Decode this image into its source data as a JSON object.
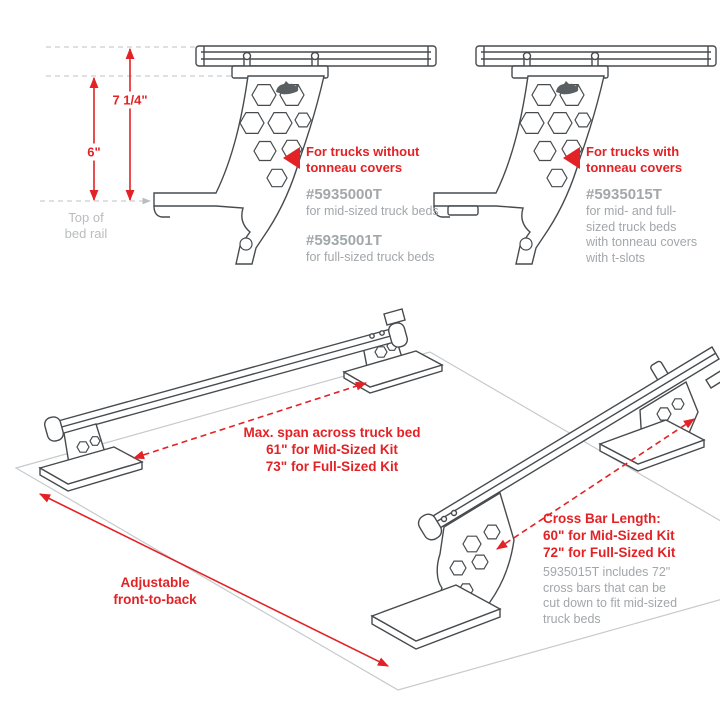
{
  "labels": {
    "dim_upper": "7 1/4\"",
    "dim_lower": "6\"",
    "bed_rail": "Top of\nbed rail"
  },
  "callout_no_tonneau": {
    "title": "For trucks without\ntonneau covers",
    "part_mid": "#5935000T",
    "part_mid_desc": "for mid-sized truck beds",
    "part_full": "#5935001T",
    "part_full_desc": "for full-sized truck beds"
  },
  "callout_tonneau": {
    "title": "For trucks with\ntonneau covers",
    "part": "#5935015T",
    "part_desc": "for mid- and full-\nsized truck beds\nwith tonneau covers\nwith t-slots"
  },
  "callout_span": "Max. span across truck bed\n61\" for Mid-Sized Kit\n73\" for Full-Sized Kit",
  "callout_crossbar": {
    "title": "Cross Bar Length:\n60\" for Mid-Sized Kit\n72\" for Full-Sized Kit",
    "note": "5935015T includes 72\"\ncross bars that can be\ncut down to fit mid-sized\ntruck beds"
  },
  "callout_adjustable": "Adjustable\nfront-to-back",
  "colors": {
    "accent_red": "#e32226",
    "text_gray": "#a2a7aa",
    "text_light_gray": "#b9bdc0",
    "line_dark": "#474b4e",
    "line_light": "#c6cacc"
  }
}
